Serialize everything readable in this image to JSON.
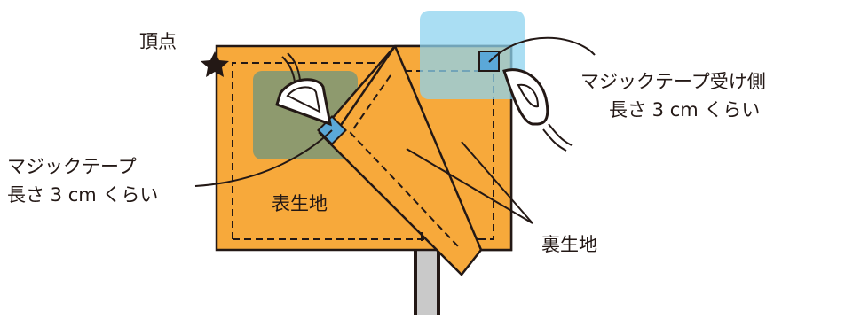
{
  "labels": {
    "apex": "頂点",
    "velcro_line1": "マジックテープ",
    "velcro_line2": "長さ 3 cm くらい",
    "outer_fabric": "表生地",
    "velcro_receiver_line1": "マジックテープ受け側",
    "velcro_receiver_line2": "長さ 3 cm くらい",
    "lining_fabric": "裏生地"
  },
  "colors": {
    "outer_fabric": "#F7A93B",
    "lining_fabric": "#F7A93B",
    "velcro_pad_green": "#8E9A6E",
    "velcro_pad_blue": "#8ED3EF",
    "velcro_square": "#5BA8D8",
    "pole": "#C9C9C9",
    "ink": "#231815"
  },
  "icons": [
    "star-icon",
    "iron-icon",
    "iron-icon"
  ]
}
